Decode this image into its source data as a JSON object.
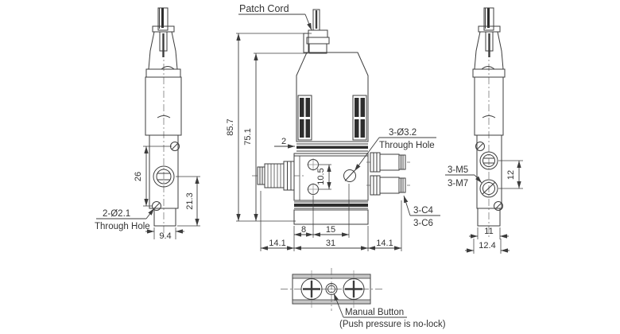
{
  "diagram": {
    "kind": "pneumatic-solenoid-valve-dimension-drawing",
    "colors": {
      "line": "#3c3c3c",
      "text": "#333333",
      "dark": "#2e2e2e",
      "gray": "#c6c6c6"
    },
    "front_view": {
      "patch_cord_label": "Patch Cord",
      "dim_overall_height": "85.7",
      "dim_body_height": "75.1",
      "dim_plate_thickness": "2",
      "dim_hole_pitch_vertical": "10.5",
      "dim_offset_8": "8",
      "dim_pitch_15": "15",
      "dim_body_width": "31",
      "dim_fitting_left": "14.1",
      "dim_fitting_right": "14.1",
      "through_hole_callout_line1": "3-Ø3.2",
      "through_hole_callout_line2": "Through Hole",
      "fitting_callout_line1": "3-C4",
      "fitting_callout_line2": "3-C6"
    },
    "left_view": {
      "dim_screw_pitch": "26",
      "dim_lower_height": "21.3",
      "dim_base_width": "9.4",
      "through_hole_callout_line1": "2-Ø2.1",
      "through_hole_callout_line2": "Through Hole"
    },
    "right_view": {
      "thread_callout_line1": "3-M5",
      "thread_callout_line2": "3-M7",
      "dim_port_pitch": "12",
      "dim_base_width": "11",
      "dim_overall_width": "12.4"
    },
    "bottom_view": {
      "manual_button_label": "Manual Button",
      "manual_button_note": "(Push pressure is no-lock)"
    }
  }
}
